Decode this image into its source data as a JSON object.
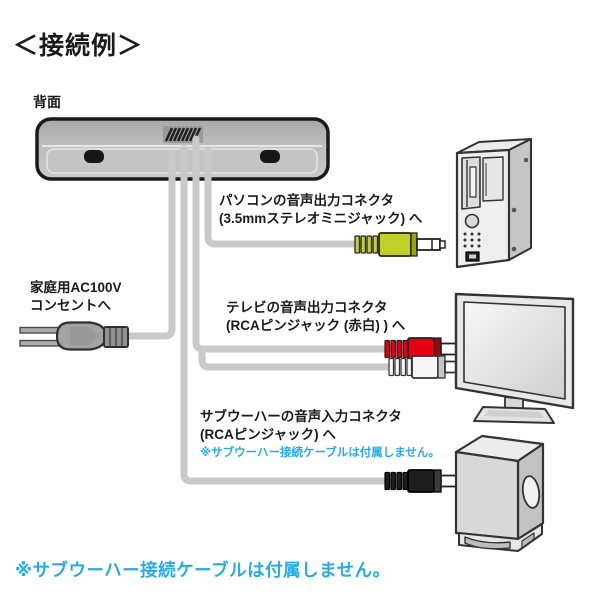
{
  "title": "＜接続例＞",
  "soundbar": {
    "label": "背面"
  },
  "connections": {
    "pc": {
      "line1": "パソコンの音声出力コネクタ",
      "line2": "(3.5mmステレオミニジャック) へ",
      "plug": "stereo-mini-plug",
      "plug_color": "#c3d02a"
    },
    "ac": {
      "line1": "家庭用AC100V",
      "line2": "コンセントへ",
      "plug": "ac-power-plug"
    },
    "tv": {
      "line1": "テレビの音声出力コネクタ",
      "line2": "(RCAピンジャック (赤白) ) へ",
      "plug": "rca-pin-plugs-red-white",
      "plug_colors": [
        "#e60012",
        "#f5f5f5"
      ]
    },
    "subwoofer": {
      "line1": "サブウーハーの音声入力コネクタ",
      "line2": "(RCAピンジャック) へ",
      "note": "※サブウーハー接続ケーブルは付属しません。",
      "plug": "rca-pin-plug-black",
      "plug_color": "#1e1e1e"
    }
  },
  "footer_note": "※サブウーハー接続ケーブルは付属しません。",
  "devices": {
    "soundbar": "soundbar-rear",
    "pc": "pc-tower",
    "tv": "tv-display",
    "subwoofer": "subwoofer-box"
  },
  "colors": {
    "note_blue": "#29abe2",
    "cable_gray": "#c9c9c9",
    "outline": "#1a1a1a",
    "device_gray": "#d6d6d6"
  }
}
